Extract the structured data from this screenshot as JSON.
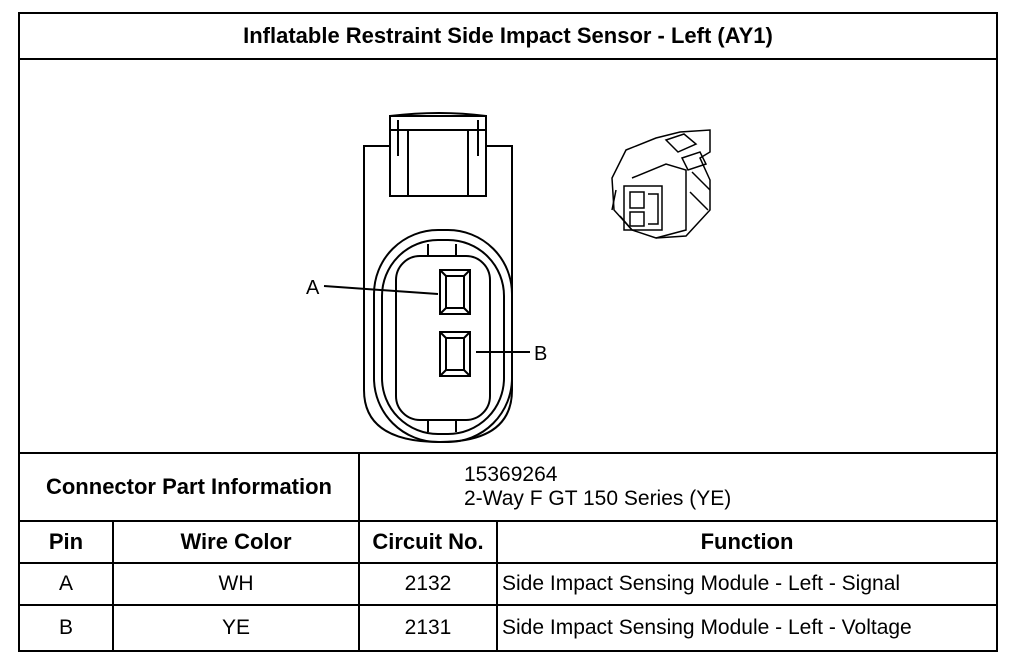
{
  "title": "Inflatable Restraint Side Impact Sensor - Left (AY1)",
  "figure": {
    "labels": {
      "a": "A",
      "b": "B"
    }
  },
  "connector": {
    "header": "Connector Part Information",
    "part_number": "15369264",
    "description": "2-Way F GT 150 Series (YE)"
  },
  "columns": {
    "pin": "Pin",
    "wire_color": "Wire Color",
    "circuit": "Circuit No.",
    "function": "Function"
  },
  "rows": [
    {
      "pin": "A",
      "wire_color": "WH",
      "circuit": "2132",
      "function": "Side Impact Sensing Module - Left - Signal"
    },
    {
      "pin": "B",
      "wire_color": "YE",
      "circuit": "2131",
      "function": "Side Impact Sensing Module - Left - Voltage"
    }
  ]
}
